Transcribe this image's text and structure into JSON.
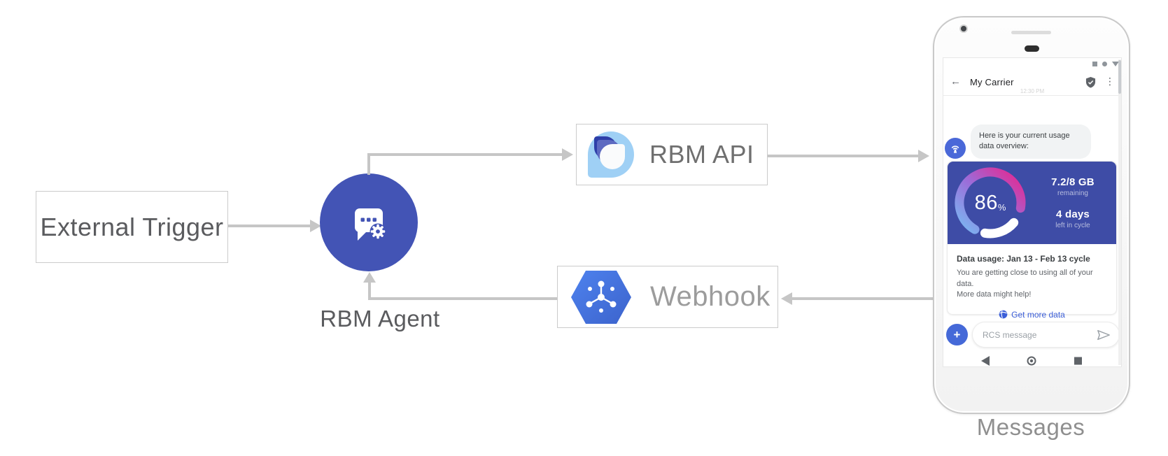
{
  "colors": {
    "agent_circle": "#4354b5",
    "card_blue": "#3e4ca6",
    "avatar_blue": "#4a68d8",
    "plus_blue": "#4569d8",
    "link_blue": "#3b5ed8",
    "hexagon_blue": "#4b76e0",
    "rbm_logo_light_blue": "#9fd0f5",
    "arrow_grey": "#c6c6c6",
    "gauge_gradient": [
      "#79b8f2",
      "#9d6bd8",
      "#e8258e"
    ]
  },
  "diagram": {
    "external_trigger_label": "External Trigger",
    "rbm_agent_label": "RBM Agent",
    "rbm_api_label": "RBM API",
    "webhook_label": "Webhook",
    "phone_caption": "Messages"
  },
  "phone": {
    "header": {
      "back_icon": "←",
      "title": "My Carrier",
      "menu_icon": "⋮"
    },
    "timestamp": "12:30 PM",
    "message": {
      "lines": [
        "Here is your current usage",
        "data overview:"
      ]
    },
    "usage_card": {
      "percent": "86",
      "percent_unit": "%",
      "stats": [
        {
          "value": "7.2/8 GB",
          "label": "remaining"
        },
        {
          "value": "4 days",
          "label": "left in cycle"
        }
      ],
      "title": "Data usage: Jan 13 - Feb 13 cycle",
      "body_lines": [
        "You are getting close to using all of your data.",
        "More data might help!"
      ],
      "action_label": "Get more data"
    },
    "composer": {
      "plus_icon": "+",
      "placeholder": "RCS message"
    }
  }
}
